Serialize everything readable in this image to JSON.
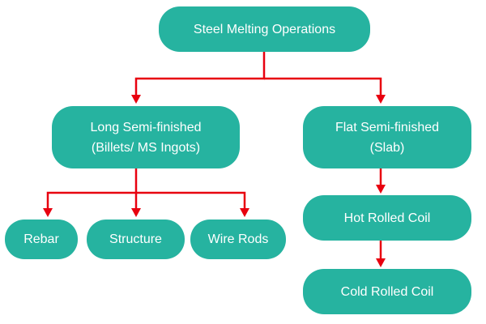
{
  "diagram": {
    "colors": {
      "node_fill": "#26b3a0",
      "node_text": "#ffffff",
      "connector": "#e8000f",
      "background": "#ffffff"
    },
    "nodes": {
      "root": {
        "lines": [
          "Steel Melting Operations"
        ]
      },
      "long": {
        "lines": [
          "Long Semi-finished",
          "(Billets/ MS Ingots)"
        ]
      },
      "flat": {
        "lines": [
          "Flat Semi-finished",
          "(Slab)"
        ]
      },
      "rebar": {
        "lines": [
          "Rebar"
        ]
      },
      "structure": {
        "lines": [
          "Structure"
        ]
      },
      "wire_rods": {
        "lines": [
          "Wire Rods"
        ]
      },
      "hot_rolled": {
        "lines": [
          "Hot Rolled Coil"
        ]
      },
      "cold_rolled": {
        "lines": [
          "Cold Rolled Coil"
        ]
      }
    },
    "edges": [
      {
        "from": "root",
        "to": "long"
      },
      {
        "from": "root",
        "to": "flat"
      },
      {
        "from": "long",
        "to": "rebar"
      },
      {
        "from": "long",
        "to": "structure"
      },
      {
        "from": "long",
        "to": "wire_rods"
      },
      {
        "from": "flat",
        "to": "hot_rolled"
      },
      {
        "from": "hot_rolled",
        "to": "cold_rolled"
      }
    ]
  }
}
